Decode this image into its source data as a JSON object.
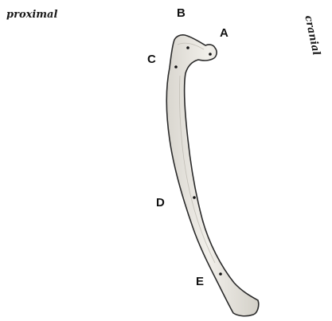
{
  "orientation": {
    "proximal": "proximal",
    "cranial": "cranial"
  },
  "points": {
    "A": "A",
    "B": "B",
    "C": "C",
    "D": "D",
    "E": "E"
  },
  "colors": {
    "bone_fill": "#e9e7e1",
    "bone_outline": "#2a2a2a",
    "dot": "#111111"
  }
}
